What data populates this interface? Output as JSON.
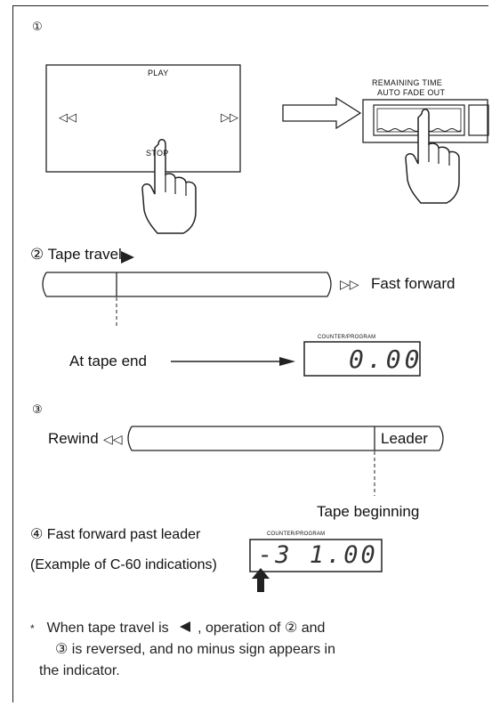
{
  "step1": {
    "number": "①",
    "deck_labels": {
      "play": "PLAY",
      "stop": "STOP",
      "rewind_symbol": "◁◁",
      "ff_symbol": "▷▷"
    },
    "panel_labels": {
      "remaining_time": "REMAINING TIME",
      "auto_fade_out": "AUTO FADE OUT"
    }
  },
  "step2": {
    "number": "②",
    "heading": "Tape travel",
    "ff_label": "Fast forward",
    "ff_symbol": "▷▷",
    "at_tape_end": "At tape end",
    "counter_label": "COUNTER/PROGRAM",
    "counter_value": "0.00"
  },
  "step3": {
    "number": "③",
    "rewind_label": "Rewind",
    "rewind_symbol": "◁◁",
    "leader_label": "Leader",
    "tape_beginning": "Tape beginning"
  },
  "step4": {
    "number": "④",
    "heading": "Fast forward past leader",
    "example": "(Example of C-60 indications)",
    "counter_label": "COUNTER/PROGRAM",
    "counter_value": "-3 1.00"
  },
  "note": {
    "asterisk": "*",
    "text_1": "When tape travel is",
    "text_2": ", operation of",
    "ref_a": "②",
    "text_and": "and",
    "ref_b": "③",
    "text_3": "is reversed, and no minus sign appears in",
    "text_4": "the indicator."
  }
}
